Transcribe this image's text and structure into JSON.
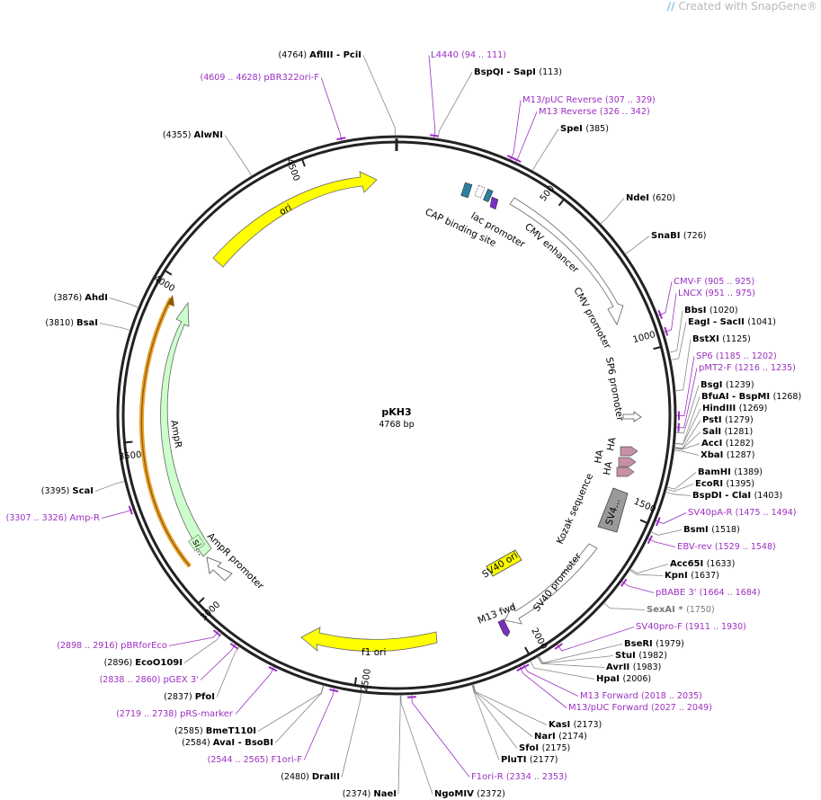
{
  "brand": {
    "text": "Created with SnapGene",
    "mark": "®"
  },
  "plasmid": {
    "name": "pKH3",
    "size": "4768 bp",
    "length": 4768
  },
  "ticks": [
    "500",
    "1000",
    "1500",
    "2000",
    "2500",
    "3000",
    "3500",
    "4000",
    "4500"
  ],
  "sites": [
    {
      "name": "AflIII  - PciI",
      "pos": "(4764)",
      "bp": 4764,
      "kind": "enzyme"
    },
    {
      "name": "L4440",
      "pos": "(94 .. 111)",
      "bp": 102,
      "kind": "primer"
    },
    {
      "name": "BspQI  - SapI",
      "pos": "(113)",
      "bp": 113,
      "kind": "enzyme"
    },
    {
      "name": "M13/pUC Reverse",
      "pos": "(307 .. 329)",
      "bp": 318,
      "kind": "primer"
    },
    {
      "name": "M13 Reverse",
      "pos": "(326 .. 342)",
      "bp": 334,
      "kind": "primer"
    },
    {
      "name": "SpeI",
      "pos": "(385)",
      "bp": 385,
      "kind": "enzyme"
    },
    {
      "name": "NdeI",
      "pos": "(620)",
      "bp": 620,
      "kind": "enzyme"
    },
    {
      "name": "SnaBI",
      "pos": "(726)",
      "bp": 726,
      "kind": "enzyme"
    },
    {
      "name": "CMV-F",
      "pos": "(905 .. 925)",
      "bp": 915,
      "kind": "primer"
    },
    {
      "name": "LNCX",
      "pos": "(951 .. 975)",
      "bp": 963,
      "kind": "primer"
    },
    {
      "name": "BbsI",
      "pos": "(1020)",
      "bp": 1020,
      "kind": "enzyme"
    },
    {
      "name": "EagI  - SacII",
      "pos": "(1041)",
      "bp": 1041,
      "kind": "enzyme"
    },
    {
      "name": "BstXI",
      "pos": "(1125)",
      "bp": 1125,
      "kind": "enzyme"
    },
    {
      "name": "SP6",
      "pos": "(1185 .. 1202)",
      "bp": 1193,
      "kind": "primer"
    },
    {
      "name": "pMT2-F",
      "pos": "(1216 .. 1235)",
      "bp": 1225,
      "kind": "primer"
    },
    {
      "name": "BsgI",
      "pos": "(1239)",
      "bp": 1239,
      "kind": "enzyme"
    },
    {
      "name": "BfuAI  - BspMI",
      "pos": "(1268)",
      "bp": 1268,
      "kind": "enzyme"
    },
    {
      "name": "HindIII",
      "pos": "(1269)",
      "bp": 1269,
      "kind": "enzyme"
    },
    {
      "name": "PstI",
      "pos": "(1279)",
      "bp": 1279,
      "kind": "enzyme"
    },
    {
      "name": "SalI",
      "pos": "(1281)",
      "bp": 1281,
      "kind": "enzyme"
    },
    {
      "name": "AccI",
      "pos": "(1282)",
      "bp": 1282,
      "kind": "enzyme"
    },
    {
      "name": "XbaI",
      "pos": "(1287)",
      "bp": 1287,
      "kind": "enzyme"
    },
    {
      "name": "BamHI",
      "pos": "(1389)",
      "bp": 1389,
      "kind": "enzyme"
    },
    {
      "name": "EcoRI",
      "pos": "(1395)",
      "bp": 1395,
      "kind": "enzyme"
    },
    {
      "name": "BspDI  - ClaI",
      "pos": "(1403)",
      "bp": 1403,
      "kind": "enzyme"
    },
    {
      "name": "SV40pA-R",
      "pos": "(1475 .. 1494)",
      "bp": 1485,
      "kind": "primer"
    },
    {
      "name": "BsmI",
      "pos": "(1518)",
      "bp": 1518,
      "kind": "enzyme"
    },
    {
      "name": "EBV-rev",
      "pos": "(1529 .. 1548)",
      "bp": 1538,
      "kind": "primer"
    },
    {
      "name": "Acc65I",
      "pos": "(1633)",
      "bp": 1633,
      "kind": "enzyme"
    },
    {
      "name": "KpnI",
      "pos": "(1637)",
      "bp": 1637,
      "kind": "enzyme"
    },
    {
      "name": "pBABE 3'",
      "pos": "(1664 .. 1684)",
      "bp": 1674,
      "kind": "primer"
    },
    {
      "name": "SexAI *",
      "pos": "(1750)",
      "bp": 1750,
      "kind": "grey"
    },
    {
      "name": "SV40pro-F",
      "pos": "(1911 .. 1930)",
      "bp": 1920,
      "kind": "primer"
    },
    {
      "name": "BseRI",
      "pos": "(1979)",
      "bp": 1979,
      "kind": "enzyme"
    },
    {
      "name": "StuI",
      "pos": "(1982)",
      "bp": 1982,
      "kind": "enzyme"
    },
    {
      "name": "AvrII",
      "pos": "(1983)",
      "bp": 1983,
      "kind": "enzyme"
    },
    {
      "name": "HpaI",
      "pos": "(2006)",
      "bp": 2006,
      "kind": "enzyme"
    },
    {
      "name": "M13 Forward",
      "pos": "(2018 .. 2035)",
      "bp": 2026,
      "kind": "primer"
    },
    {
      "name": "M13/pUC Forward",
      "pos": "(2027 .. 2049)",
      "bp": 2038,
      "kind": "primer"
    },
    {
      "name": "KasI",
      "pos": "(2173)",
      "bp": 2173,
      "kind": "enzyme"
    },
    {
      "name": "NarI",
      "pos": "(2174)",
      "bp": 2174,
      "kind": "enzyme"
    },
    {
      "name": "SfoI",
      "pos": "(2175)",
      "bp": 2175,
      "kind": "enzyme"
    },
    {
      "name": "PluTI",
      "pos": "(2177)",
      "bp": 2177,
      "kind": "enzyme"
    },
    {
      "name": "F1ori-R",
      "pos": "(2334 .. 2353)",
      "bp": 2343,
      "kind": "primer"
    },
    {
      "name": "NgoMIV",
      "pos": "(2372)",
      "bp": 2372,
      "kind": "enzyme"
    },
    {
      "name": "NaeI",
      "pos": "(2374)",
      "bp": 2374,
      "kind": "enzyme"
    },
    {
      "name": "DraIII",
      "pos": "(2480)",
      "bp": 2480,
      "kind": "enzyme"
    },
    {
      "name": "F1ori-F",
      "pos": "(2544 .. 2565)",
      "bp": 2554,
      "kind": "primer"
    },
    {
      "name": "AvaI  - BsoBI",
      "pos": "(2584)",
      "bp": 2584,
      "kind": "enzyme"
    },
    {
      "name": "BmeT110I",
      "pos": "(2585)",
      "bp": 2585,
      "kind": "enzyme"
    },
    {
      "name": "pRS-marker",
      "pos": "(2719 .. 2738)",
      "bp": 2728,
      "kind": "primer"
    },
    {
      "name": "PfoI",
      "pos": "(2837)",
      "bp": 2837,
      "kind": "enzyme"
    },
    {
      "name": "pGEX 3'",
      "pos": "(2838 .. 2860)",
      "bp": 2849,
      "kind": "primer"
    },
    {
      "name": "EcoO109I",
      "pos": "(2896)",
      "bp": 2896,
      "kind": "enzyme"
    },
    {
      "name": "pBRforEco",
      "pos": "(2898 .. 2916)",
      "bp": 2907,
      "kind": "primer"
    },
    {
      "name": "Amp-R",
      "pos": "(3307 .. 3326)",
      "bp": 3316,
      "kind": "primer"
    },
    {
      "name": "ScaI",
      "pos": "(3395)",
      "bp": 3395,
      "kind": "enzyme"
    },
    {
      "name": "BsaI",
      "pos": "(3810)",
      "bp": 3810,
      "kind": "enzyme"
    },
    {
      "name": "AhdI",
      "pos": "(3876)",
      "bp": 3876,
      "kind": "enzyme"
    },
    {
      "name": "AlwNI",
      "pos": "(4355)",
      "bp": 4355,
      "kind": "enzyme"
    },
    {
      "name": "pBR322ori-F",
      "pos": "(4609 .. 4628)",
      "bp": 4618,
      "kind": "primer"
    }
  ],
  "features": {
    "ori": "ori",
    "cap_binding_site": "CAP binding site",
    "lac_promoter": "lac promoter",
    "cmv_enhancer": "CMV enhancer",
    "cmv_promoter": "CMV promoter",
    "sp6_promoter": "SP6 promoter",
    "ha_1": "HA",
    "ha_2": "HA",
    "ha_3": "HA",
    "kozak_sequence": "Kozak sequence",
    "sv40_box": "SV4...",
    "sv40_ori": "SV40 ori",
    "sv40_promoter": "SV40 promoter",
    "m13_fwd": "M13 fwd",
    "f1_ori": "f1 ori",
    "ampr_promoter": "AmpR promoter",
    "ampr": "AmpR",
    "sig": "si..."
  },
  "colors": {
    "backbone": "#222222",
    "primer": "#9b2fc1",
    "ori": "#ffff00",
    "ampr": "#ccffcc",
    "ha": "#c890a8",
    "sv40_box": "#9a9a9a",
    "cap": "#2a7f9e",
    "lac_operator": "#2a7f9e",
    "m13": "#7a2fc1",
    "orange_track": "#e8a030"
  }
}
